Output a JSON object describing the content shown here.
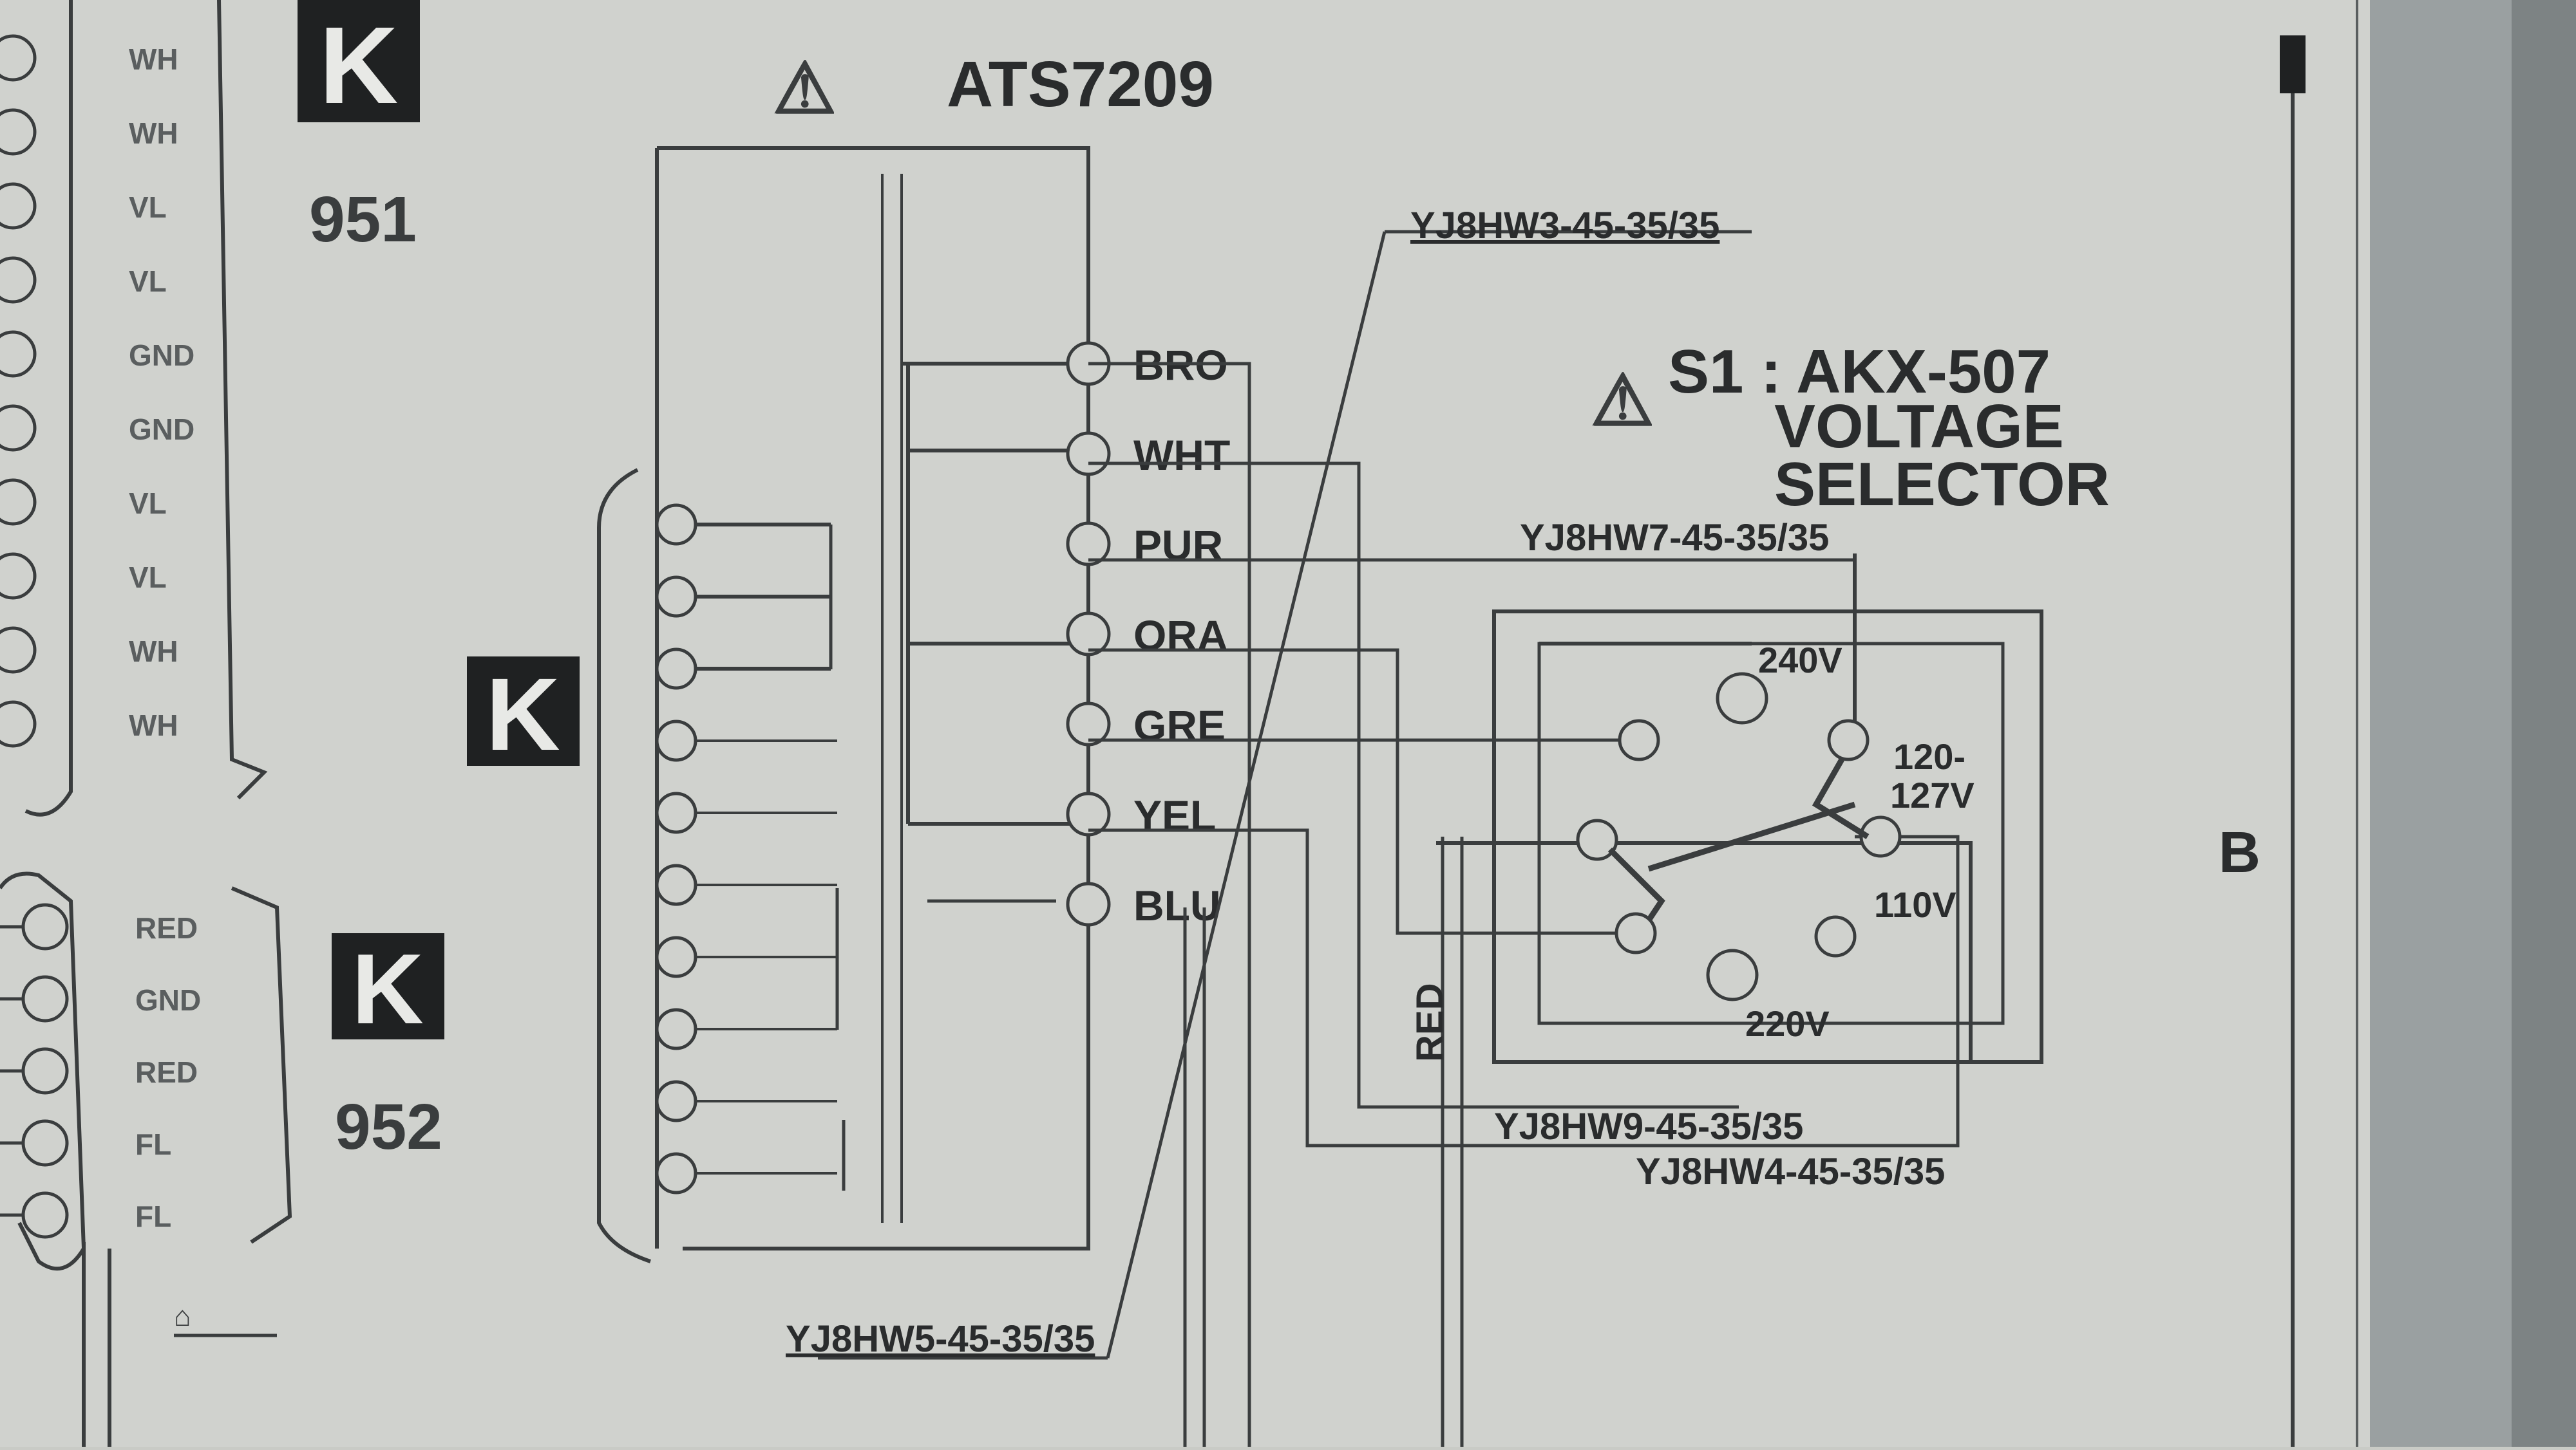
{
  "transformer": {
    "label": "ATS7209",
    "warning_mark": "⚠"
  },
  "connector_k951": {
    "badge": "K",
    "number": "951"
  },
  "connector_k_mid": {
    "badge": "K"
  },
  "connector_k952": {
    "badge": "K",
    "number": "952"
  },
  "wire_colors": [
    "BRO",
    "WHT",
    "PUR",
    "ORA",
    "GRE",
    "YEL",
    "BLU"
  ],
  "selector": {
    "label_line1": "S1 : AKX-507",
    "label_line2": "VOLTAGE",
    "label_line3": "SELECTOR",
    "warning_mark": "⚠",
    "voltages": {
      "v240": "240V",
      "v120": "120-",
      "v127": "127V",
      "v110": "110V",
      "v220": "220V"
    }
  },
  "wire_refs": {
    "top": "YJ8HW3-45-35/35",
    "selector_top": "YJ8HW7-45-35/35",
    "bottom1": "YJ8HW9-45-35/35",
    "bottom2": "YJ8HW4-45-35/35",
    "bottom_left": "YJ8HW5-45-35/35"
  },
  "red_label": "RED",
  "zone_letter": "B",
  "left_pin_labels_top": [
    "WH",
    "WH",
    "VL",
    "VL",
    "GND",
    "GND",
    "VL",
    "VL",
    "WH",
    "WH"
  ],
  "left_pin_labels_bottom": [
    "RED",
    "GND",
    "RED",
    "FL",
    "FL"
  ],
  "colors": {
    "line": "#3a3d3e",
    "paper": "#d3d5d1",
    "badge": "#1f2122",
    "monitor_bezel": "#8f9596"
  }
}
